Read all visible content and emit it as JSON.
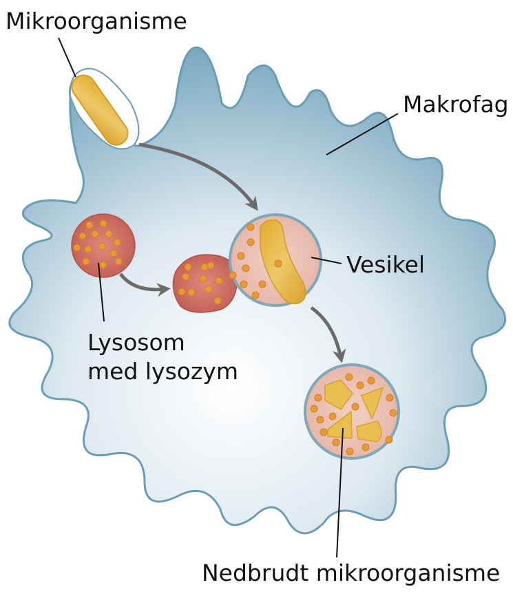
{
  "labels": {
    "microorganism": "Mikroorganisme",
    "macrophage": "Makrofag",
    "vesicle": "Vesikel",
    "lysosome_line1": "Lysosom",
    "lysosome_line2": "med lysozym",
    "degraded": "Nedbrudt mikroorganisme"
  },
  "colors": {
    "cell_fill": "#a9c8d8",
    "cell_edge": "#5f93ab",
    "bacterium": "#e6b63a",
    "lysosome": "#c65f55",
    "vesicle": "#eec1b4",
    "enzyme_dot": "#e89a35",
    "arrow": "#6b6b6b"
  }
}
